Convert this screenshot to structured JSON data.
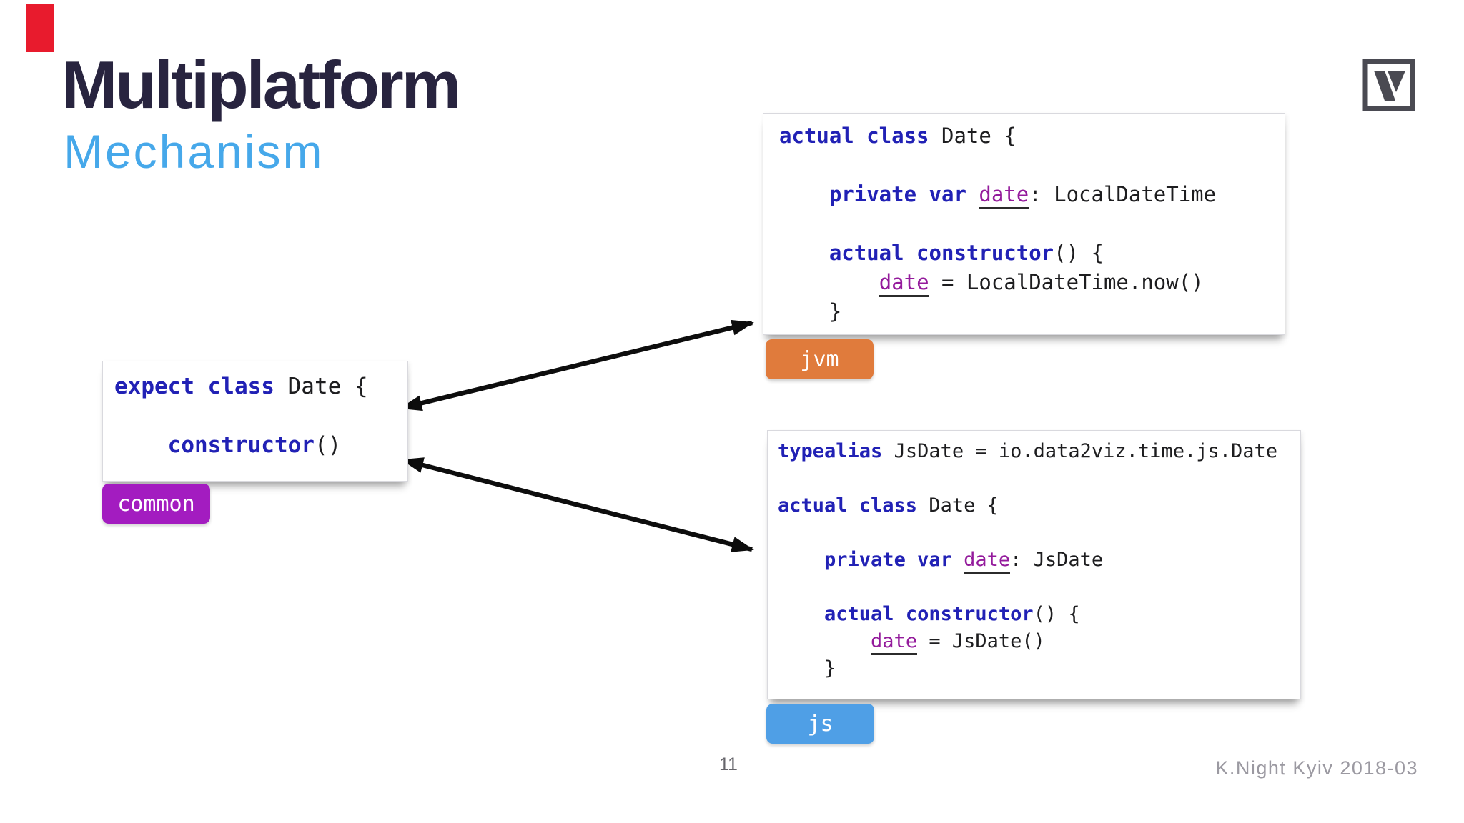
{
  "slide": {
    "title": "Multiplatform",
    "subtitle": "Mechanism",
    "page_number": "11",
    "footer_credit": "K.Night Kyiv 2018-03"
  },
  "colors": {
    "title": "#28243f",
    "subtitle": "#46a8ea",
    "keyword": "#2121b5",
    "property": "#941b9c",
    "code_text": "#1d1d1f",
    "badge_common": "#a31cc0",
    "badge_jvm": "#e07b3c",
    "badge_js": "#4f9fe6",
    "arrow": "#0d0d0d",
    "red_marker": "#e81b2d"
  },
  "badges": {
    "common": {
      "label": "common"
    },
    "jvm": {
      "label": "jvm"
    },
    "js": {
      "label": "js"
    }
  },
  "code_blocks": {
    "common": {
      "platform": "common",
      "lines": [
        [
          {
            "type": "kw",
            "text": "expect class "
          },
          {
            "type": "pl",
            "text": "Date {"
          }
        ],
        [],
        [
          {
            "type": "pl",
            "text": "    "
          },
          {
            "type": "kw",
            "text": "constructor"
          },
          {
            "type": "pl",
            "text": "()"
          }
        ]
      ]
    },
    "jvm": {
      "platform": "jvm",
      "lines": [
        [
          {
            "type": "kw",
            "text": "actual class "
          },
          {
            "type": "pl",
            "text": "Date {"
          }
        ],
        [],
        [
          {
            "type": "pl",
            "text": "    "
          },
          {
            "type": "kw",
            "text": "private var "
          },
          {
            "type": "prop",
            "text": "date"
          },
          {
            "type": "pl",
            "text": ": LocalDateTime"
          }
        ],
        [],
        [
          {
            "type": "pl",
            "text": "    "
          },
          {
            "type": "kw",
            "text": "actual constructor"
          },
          {
            "type": "pl",
            "text": "() {"
          }
        ],
        [
          {
            "type": "pl",
            "text": "        "
          },
          {
            "type": "prop",
            "text": "date"
          },
          {
            "type": "pl",
            "text": " = LocalDateTime.now()"
          }
        ],
        [
          {
            "type": "pl",
            "text": "    }"
          }
        ]
      ]
    },
    "js": {
      "platform": "js",
      "lines": [
        [
          {
            "type": "kw",
            "text": "typealias "
          },
          {
            "type": "pl",
            "text": "JsDate = io.data2viz.time.js.Date"
          }
        ],
        [],
        [
          {
            "type": "kw",
            "text": "actual class "
          },
          {
            "type": "pl",
            "text": "Date {"
          }
        ],
        [],
        [
          {
            "type": "pl",
            "text": "    "
          },
          {
            "type": "kw",
            "text": "private var "
          },
          {
            "type": "prop",
            "text": "date"
          },
          {
            "type": "pl",
            "text": ": JsDate"
          }
        ],
        [],
        [
          {
            "type": "pl",
            "text": "    "
          },
          {
            "type": "kw",
            "text": "actual constructor"
          },
          {
            "type": "pl",
            "text": "() {"
          }
        ],
        [
          {
            "type": "pl",
            "text": "        "
          },
          {
            "type": "prop",
            "text": "date"
          },
          {
            "type": "pl",
            "text": " = JsDate()"
          }
        ],
        [
          {
            "type": "pl",
            "text": "    }"
          }
        ]
      ]
    }
  },
  "icons": {
    "logo": "data2viz-logo"
  }
}
